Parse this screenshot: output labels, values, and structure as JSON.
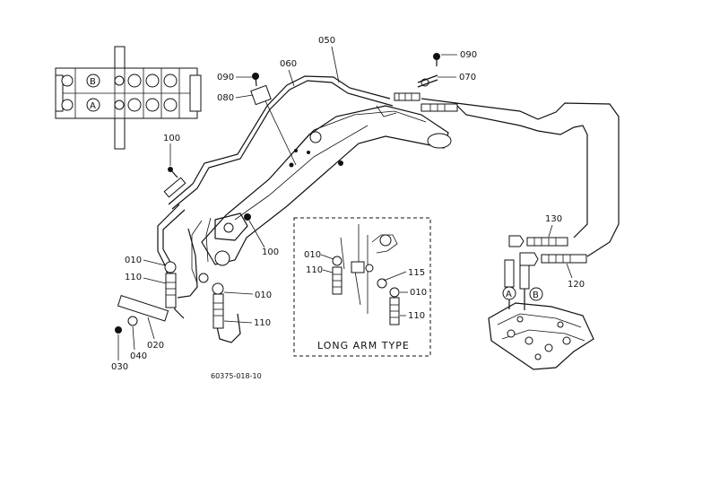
{
  "parts": {
    "p010_a": "010",
    "p010_b": "010",
    "p020": "020",
    "p030": "030",
    "p040": "040",
    "p050": "050",
    "p060": "060",
    "p070": "070",
    "p080": "080",
    "p090_a": "090",
    "p090_b": "090",
    "p100_a": "100",
    "p100_b": "100",
    "p110_a": "110",
    "p110_b": "110",
    "p120": "120",
    "p130": "130"
  },
  "inset": {
    "title": "LONG ARM TYPE",
    "p010_a": "010",
    "p010_b": "010",
    "p110_a": "110",
    "p110_b": "110",
    "p115": "115"
  },
  "valve_markers": {
    "A": "A",
    "B": "B"
  },
  "pattern_ports": {
    "A": "A",
    "B": "B"
  },
  "drawing_code": "60375-018-10"
}
